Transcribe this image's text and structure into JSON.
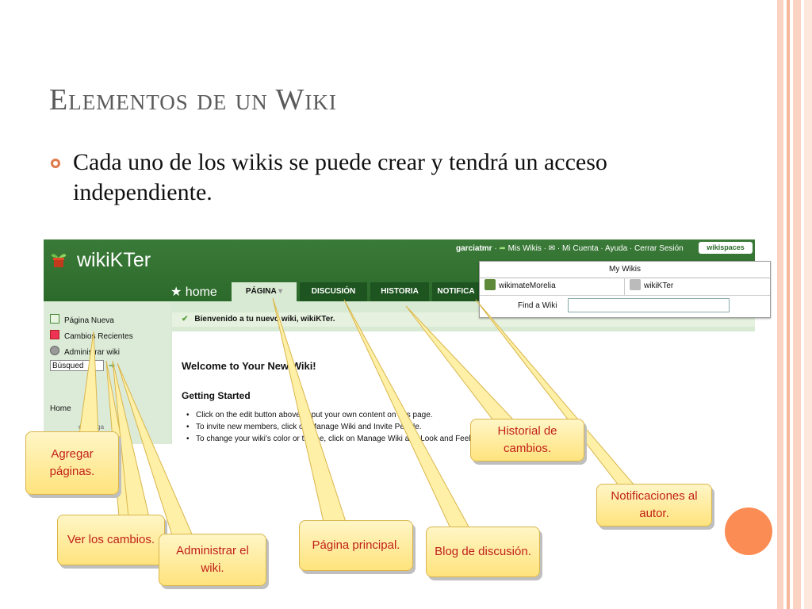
{
  "slide": {
    "title": "Elementos de un Wiki",
    "bullet": "Cada uno de los wikis se puede crear y tendrá un acceso independiente."
  },
  "wiki": {
    "name": "wikiKTer",
    "userbar": {
      "user": "garciatmr",
      "my_wikis": "Mis Wikis",
      "account": "Mi Cuenta",
      "help": "Ayuda",
      "logout": "Cerrar Sesión"
    },
    "badge": "wikispaces",
    "home": "home",
    "tabs": [
      {
        "label": "PÁGINA"
      },
      {
        "label": "DISCUSIÓN"
      },
      {
        "label": "HISTORIA"
      },
      {
        "label": "NOTIFICA"
      }
    ],
    "sidebar": {
      "items": [
        {
          "label": "Página Nueva"
        },
        {
          "label": "Cambios Recientes"
        },
        {
          "label": "Administrar wiki"
        }
      ],
      "search_value": "Búsqued",
      "home_link": "Home",
      "sub": "e…  vega"
    },
    "banner": "Bienvenido a tu nuevo wiki, wikiKTer.",
    "content": {
      "heading": "Welcome to Your New Wiki!",
      "subheading": "Getting Started",
      "list": [
        "Click on the edit button above to put your own content on this page.",
        "To invite new members, click on Manage Wiki and Invite People.",
        "To change your wiki's color or theme, click on Manage Wiki and Look and Feel."
      ]
    }
  },
  "popup": {
    "title": "My Wikis",
    "items": [
      {
        "label": "wikimateMorelia"
      },
      {
        "label": "wikiKTer"
      }
    ],
    "find_label": "Find a Wiki"
  },
  "callouts": {
    "agregar": "Agregar páginas.",
    "ver": "Ver los cambios.",
    "administrar": "Administrar el wiki.",
    "pagina": "Página principal.",
    "blog": "Blog de discusión.",
    "historial": "Historial de cambios.",
    "notificaciones": "Notificaciones al autor."
  },
  "colors": {
    "accent": "#e07a4b",
    "wiki_green": "#2c6a2b",
    "callout_text": "#c0211a",
    "callout_fill": "#ffe37d"
  }
}
